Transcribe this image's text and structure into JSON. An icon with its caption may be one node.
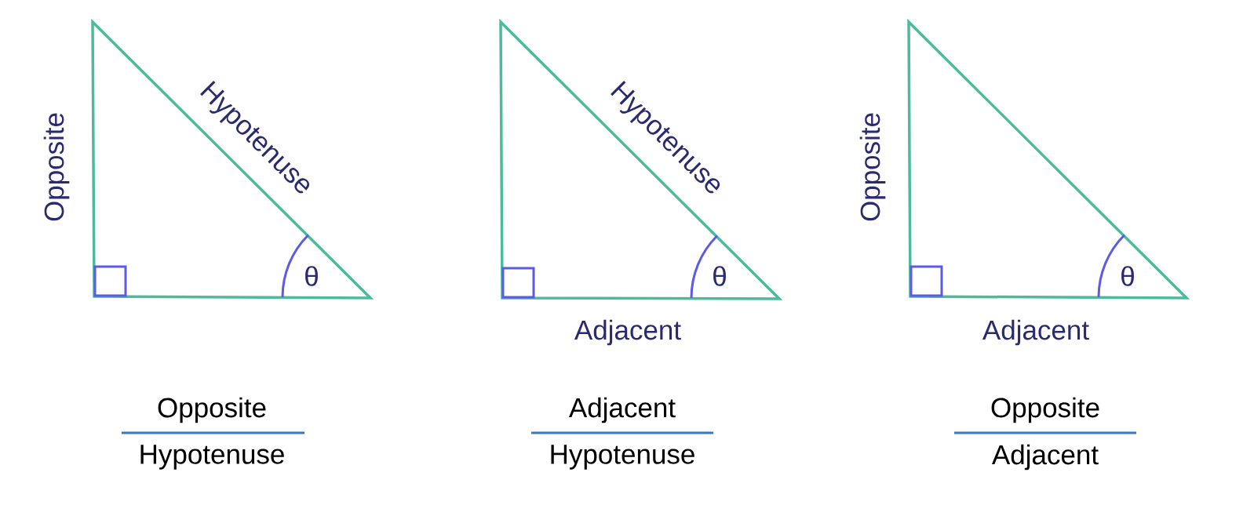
{
  "diagram": {
    "labels": [
      "Opposite",
      "Hypotenuse",
      "θ",
      "Hypotenuse",
      "θ",
      "Adjacent",
      "Opposite",
      "θ",
      "Adjacent",
      "Opposite",
      "Hypotenuse",
      "Adjacent",
      "Hypotenuse",
      "Opposite",
      "Adjacent"
    ]
  }
}
